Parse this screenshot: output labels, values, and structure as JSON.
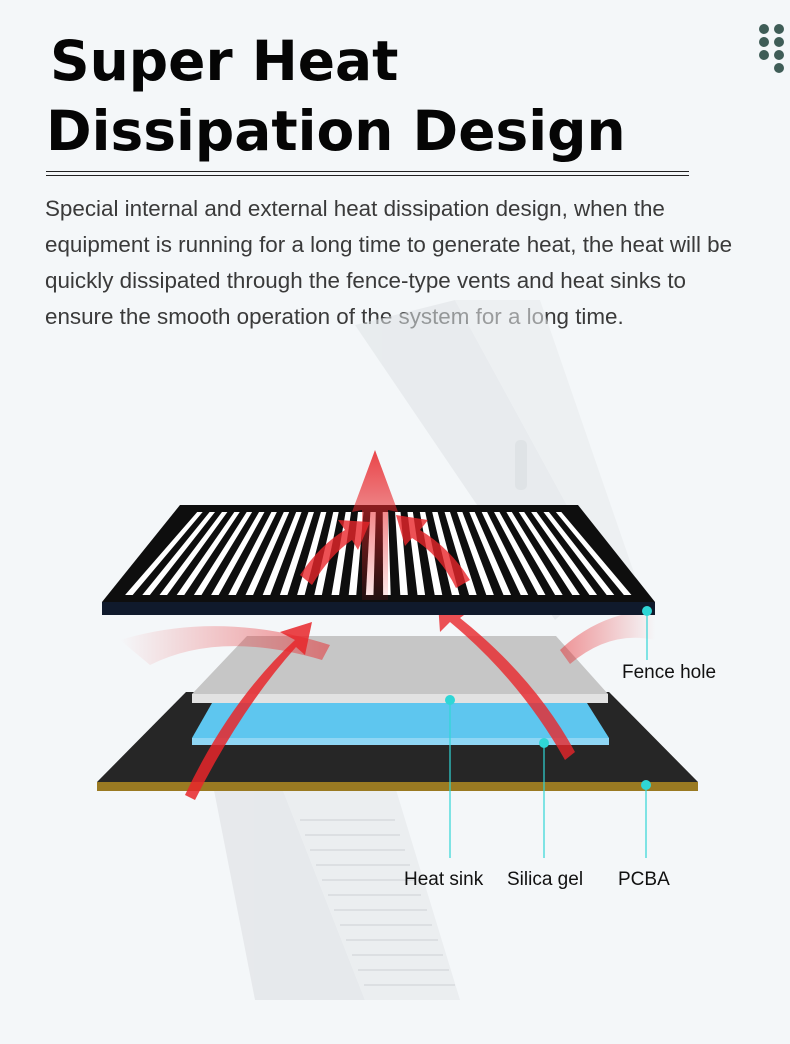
{
  "title": {
    "line1": "Super Heat",
    "line2": "Dissipation Design"
  },
  "description": "Special internal and external heat dissipation design, when the equipment is running for a long time to generate heat, the heat will be quickly dissipated through the fence-type vents and heat sinks to ensure the smooth operation of the system for a long time.",
  "labels": {
    "fence_hole": "Fence hole",
    "heat_sink": "Heat sink",
    "silica_gel": "Silica gel",
    "pcba": "PCBA"
  },
  "icons": {
    "corner": "dot-grid-icon"
  },
  "colors": {
    "title": "#050505",
    "text": "#3a3a3a",
    "dots": "#3f5d57",
    "leader_lines": "#2fd6d6",
    "heat_arrows": "#e8262a",
    "silica_gel": "#5ec6ef",
    "pcb_edge": "#9a7a22",
    "board": "#262626",
    "heat_sink": "#c6c6c6"
  }
}
